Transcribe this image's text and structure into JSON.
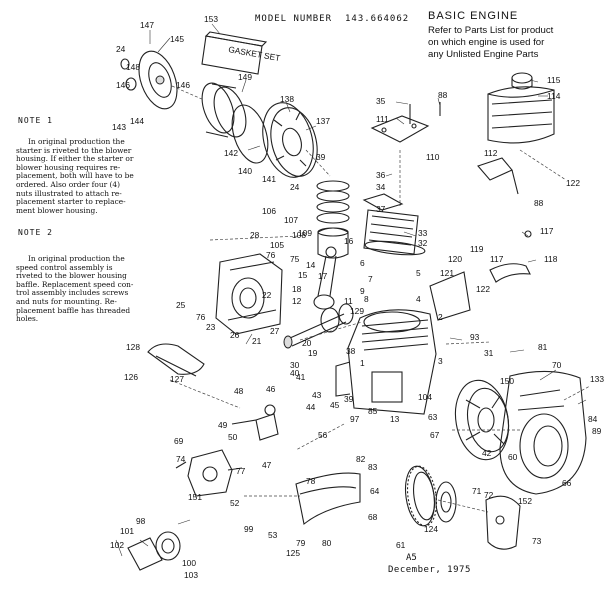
{
  "header": {
    "model_label": "MODEL NUMBER",
    "model_number": "143.664062",
    "title": "BASIC ENGINE",
    "subtitle_lines": [
      "Refer to Parts List for product",
      "on which engine is used for",
      "any Unlisted Engine Parts"
    ]
  },
  "gasket_set_label": "GASKET SET",
  "notes": [
    {
      "heading": "NOTE 1",
      "lines": [
        "In original production the",
        "starter is riveted to the blower",
        "housing. If either the starter or",
        "blower housing requires re-",
        "placement, both will have to be",
        "ordered. Also order four (4)",
        "nuts illustrated to attach re-",
        "placement starter to replace-",
        "ment blower housing."
      ]
    },
    {
      "heading": "NOTE 2",
      "lines": [
        "In original production the",
        "speed control assembly is",
        "riveted to the blower housing",
        "baffle. Replacement speed con-",
        "trol assembly includes screws",
        "and nuts for mounting. Re-",
        "placement baffle has threaded",
        "holes."
      ]
    }
  ],
  "footer": {
    "page": "A5",
    "date": "December, 1975"
  },
  "callouts": [
    {
      "text": "147"
    },
    {
      "text": "145"
    },
    {
      "text": "153"
    },
    {
      "text": "24"
    },
    {
      "text": "148"
    },
    {
      "text": "146"
    },
    {
      "text": "146"
    },
    {
      "text": "144"
    },
    {
      "text": "143"
    },
    {
      "text": "149"
    },
    {
      "text": "138"
    },
    {
      "text": "137"
    },
    {
      "text": "142"
    },
    {
      "text": "39"
    },
    {
      "text": "140"
    },
    {
      "text": "141"
    },
    {
      "text": "24"
    },
    {
      "text": "35"
    },
    {
      "text": "88"
    },
    {
      "text": "111"
    },
    {
      "text": "110"
    },
    {
      "text": "115"
    },
    {
      "text": "114"
    },
    {
      "text": "112"
    },
    {
      "text": "122"
    },
    {
      "text": "36"
    },
    {
      "text": "34"
    },
    {
      "text": "37"
    },
    {
      "text": "88"
    },
    {
      "text": "33"
    },
    {
      "text": "32"
    },
    {
      "text": "117"
    },
    {
      "text": "106"
    },
    {
      "text": "107"
    },
    {
      "text": "28"
    },
    {
      "text": "108"
    },
    {
      "text": "109"
    },
    {
      "text": "105"
    },
    {
      "text": "76"
    },
    {
      "text": "75"
    },
    {
      "text": "16"
    },
    {
      "text": "14"
    },
    {
      "text": "17"
    },
    {
      "text": "15"
    },
    {
      "text": "6"
    },
    {
      "text": "7"
    },
    {
      "text": "120"
    },
    {
      "text": "121"
    },
    {
      "text": "119"
    },
    {
      "text": "117"
    },
    {
      "text": "118"
    },
    {
      "text": "25"
    },
    {
      "text": "76"
    },
    {
      "text": "23"
    },
    {
      "text": "26"
    },
    {
      "text": "27"
    },
    {
      "text": "18"
    },
    {
      "text": "12"
    },
    {
      "text": "22"
    },
    {
      "text": "11"
    },
    {
      "text": "129"
    },
    {
      "text": "5"
    },
    {
      "text": "4"
    },
    {
      "text": "9"
    },
    {
      "text": "8"
    },
    {
      "text": "122"
    },
    {
      "text": "2"
    },
    {
      "text": "93"
    },
    {
      "text": "21"
    },
    {
      "text": "20"
    },
    {
      "text": "19"
    },
    {
      "text": "38"
    },
    {
      "text": "128"
    },
    {
      "text": "126"
    },
    {
      "text": "127"
    },
    {
      "text": "1"
    },
    {
      "text": "31"
    },
    {
      "text": "81"
    },
    {
      "text": "70"
    },
    {
      "text": "150"
    },
    {
      "text": "3"
    },
    {
      "text": "30"
    },
    {
      "text": "43"
    },
    {
      "text": "41"
    },
    {
      "text": "40"
    },
    {
      "text": "48"
    },
    {
      "text": "46"
    },
    {
      "text": "39"
    },
    {
      "text": "44"
    },
    {
      "text": "45"
    },
    {
      "text": "85"
    },
    {
      "text": "97"
    },
    {
      "text": "13"
    },
    {
      "text": "63"
    },
    {
      "text": "104"
    },
    {
      "text": "133"
    },
    {
      "text": "84"
    },
    {
      "text": "89"
    },
    {
      "text": "49"
    },
    {
      "text": "50"
    },
    {
      "text": "47"
    },
    {
      "text": "56"
    },
    {
      "text": "67"
    },
    {
      "text": "42"
    },
    {
      "text": "60"
    },
    {
      "text": "66"
    },
    {
      "text": "69"
    },
    {
      "text": "74"
    },
    {
      "text": "77"
    },
    {
      "text": "82"
    },
    {
      "text": "83"
    },
    {
      "text": "151"
    },
    {
      "text": "78"
    },
    {
      "text": "64"
    },
    {
      "text": "52"
    },
    {
      "text": "71"
    },
    {
      "text": "72"
    },
    {
      "text": "152"
    },
    {
      "text": "98"
    },
    {
      "text": "99"
    },
    {
      "text": "53"
    },
    {
      "text": "125"
    },
    {
      "text": "79"
    },
    {
      "text": "80"
    },
    {
      "text": "68"
    },
    {
      "text": "61"
    },
    {
      "text": "124"
    },
    {
      "text": "101"
    },
    {
      "text": "102"
    },
    {
      "text": "100"
    },
    {
      "text": "103"
    },
    {
      "text": "73"
    }
  ]
}
